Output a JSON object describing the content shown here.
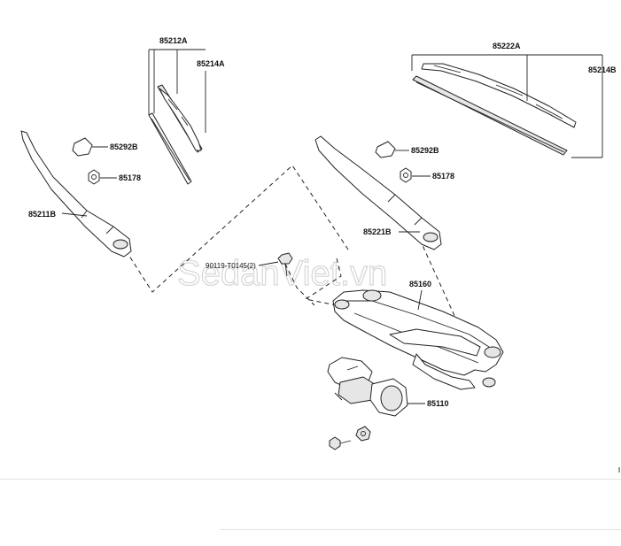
{
  "watermark": "SedanViet.vn",
  "parts": {
    "p85212A": "85212A",
    "p85214A": "85214A",
    "p85222A": "85222A",
    "p85214B": "85214B",
    "p85292B_left": "85292B",
    "p85292B_right": "85292B",
    "p85178_left": "85178",
    "p85178_right": "85178",
    "p85211B": "85211B",
    "p85221B": "85221B",
    "p90119": "90119-T0145(2)",
    "p85160": "85160",
    "p85110": "85110"
  },
  "colors": {
    "line": "#222222",
    "background": "#ffffff",
    "watermark": "#d6d6d6"
  }
}
